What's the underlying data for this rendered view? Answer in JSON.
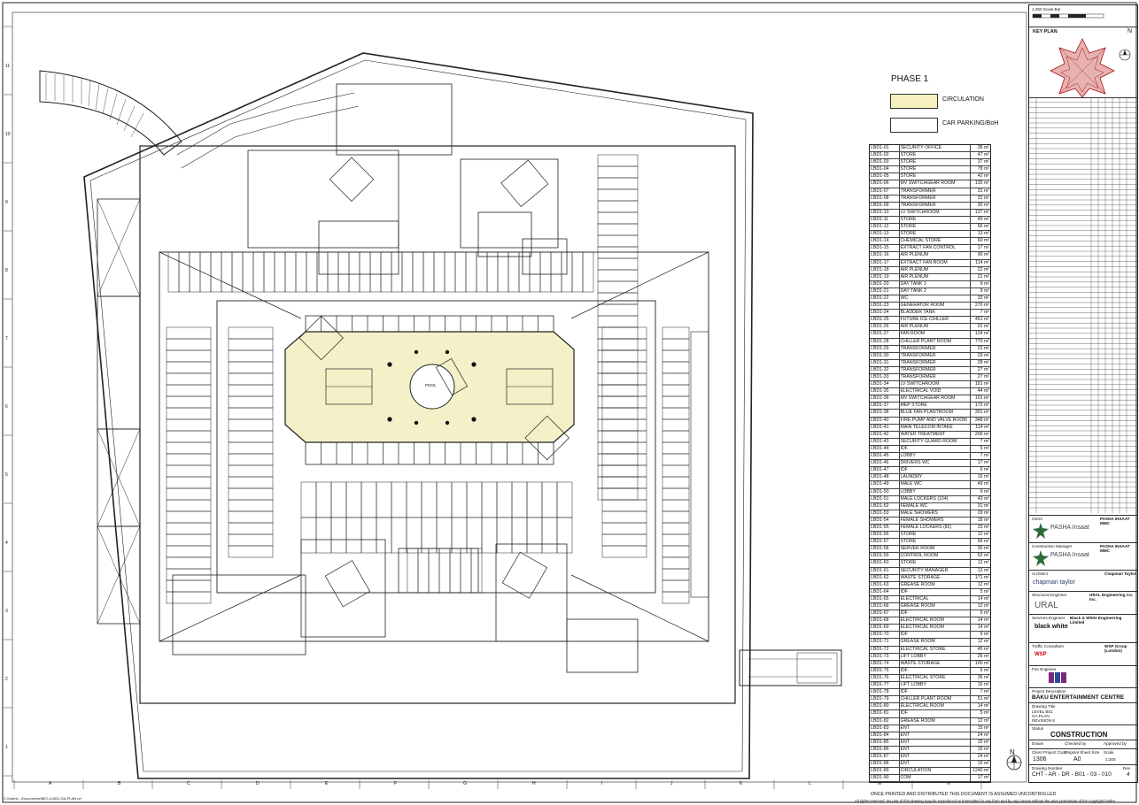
{
  "phase": {
    "title": "PHASE 1"
  },
  "legend": [
    {
      "label": "CIRCULATION",
      "color": "#f5f0bd"
    },
    {
      "label": "CAR PARKING/BoH",
      "color": "#ffffff"
    }
  ],
  "plan": {
    "circulation_color": "#f4f0c8",
    "line_color": "#222222",
    "pool_label": "POOL",
    "north_label": "N"
  },
  "grid_letters": [
    "A",
    "B",
    "C",
    "D",
    "E",
    "F",
    "G",
    "H",
    "I",
    "J",
    "K",
    "L",
    "M",
    "N"
  ],
  "grid_numbers": [
    "11",
    "10",
    "9",
    "8",
    "7",
    "6",
    "5",
    "4",
    "3",
    "2",
    "1"
  ],
  "rooms": [
    [
      "LBD1-01",
      "SECURITY OFFICE",
      "36 m²"
    ],
    [
      "LBD1-02",
      "STORE",
      "47 m²"
    ],
    [
      "LBD1-03",
      "STORE",
      "37 m²"
    ],
    [
      "LBD1-04",
      "STORE",
      "78 m²"
    ],
    [
      "LBD1-05",
      "STORE",
      "42 m²"
    ],
    [
      "LBD1-06",
      "MV SWITCHGEAR ROOM",
      "130 m²"
    ],
    [
      "LBD1-07",
      "TRANSFORMER",
      "31 m²"
    ],
    [
      "LBD1-08",
      "TRANSFORMER",
      "31 m²"
    ],
    [
      "LBD1-09",
      "TRANSFORMER",
      "30 m²"
    ],
    [
      "LBD1-10",
      "LV SWITCHROOM",
      "137 m²"
    ],
    [
      "LBD1-11",
      "STORE",
      "49 m²"
    ],
    [
      "LBD1-12",
      "STORE",
      "66 m²"
    ],
    [
      "LBD1-13",
      "STORE",
      "13 m²"
    ],
    [
      "LBD1-14",
      "CHEMICAL STORE",
      "60 m²"
    ],
    [
      "LBD1-15",
      "EXTRACT FAN CONTROL",
      "17 m²"
    ],
    [
      "LBD1-16",
      "AIR PLENUM",
      "90 m²"
    ],
    [
      "LBD1-17",
      "EXTRACT FAN ROOM",
      "114 m²"
    ],
    [
      "LBD1-18",
      "AIR PLENUM",
      "22 m²"
    ],
    [
      "LBD1-19",
      "AIR PLENUM",
      "21 m²"
    ],
    [
      "LBD1-20",
      "DAY TANK 1",
      "9 m²"
    ],
    [
      "LBD1-21",
      "DAY TANK 2",
      "9 m²"
    ],
    [
      "LBD1-22",
      "WC",
      "33 m²"
    ],
    [
      "LBD1-23",
      "GENERATOR ROOM",
      "270 m²"
    ],
    [
      "LBD1-24",
      "BLADDER TANK",
      "7 m²"
    ],
    [
      "LBD1-25",
      "FUTURE ICE CHILLER",
      "451 m²"
    ],
    [
      "LBD1-26",
      "AIR PLENUM",
      "91 m²"
    ],
    [
      "LBD1-27",
      "FAN ROOM",
      "124 m²"
    ],
    [
      "LBD1-28",
      "CHILLER PLANT ROOM",
      "770 m²"
    ],
    [
      "LBD1-29",
      "TRANSFORMER",
      "22 m²"
    ],
    [
      "LBD1-30",
      "TRANSFORMER",
      "29 m²"
    ],
    [
      "LBD1-31",
      "TRANSFORMER",
      "28 m²"
    ],
    [
      "LBD1-32",
      "TRANSFORMER",
      "27 m²"
    ],
    [
      "LBD1-33",
      "TRANSFORMER",
      "27 m²"
    ],
    [
      "LBD1-34",
      "LV SWITCHROOM",
      "151 m²"
    ],
    [
      "LBD1-35",
      "ELECTRICAL VOID",
      "44 m²"
    ],
    [
      "LBD1-36",
      "MV SWITCHGEAR ROOM",
      "101 m²"
    ],
    [
      "LBD1-37",
      "MEP STORE",
      "172 m²"
    ],
    [
      "LBD1-38",
      "BLUE FAN PLANTROOM",
      "391 m²"
    ],
    [
      "LBD1-40",
      "FIRE PUMP AND VALVE ROOM",
      "348 m²"
    ],
    [
      "LBD1-41",
      "MAIN TELECOM INTAKE",
      "114 m²"
    ],
    [
      "LBD1-42",
      "WATER TREATMENT",
      "206 m²"
    ],
    [
      "LBD1-43",
      "SECURITY GUARD ROOM",
      "7 m²"
    ],
    [
      "LBD1-44",
      "IDF",
      "5 m²"
    ],
    [
      "LBD1-45",
      "LOBBY",
      "7 m²"
    ],
    [
      "LBD1-46",
      "DRIVERS WC",
      "17 m²"
    ],
    [
      "LBD1-47",
      "IDF",
      "6 m²"
    ],
    [
      "LBD1-48",
      "LAUNDRY",
      "15 m²"
    ],
    [
      "LBD1-49",
      "MALE WC",
      "49 m²"
    ],
    [
      "LBD1-50",
      "LOBBY",
      "9 m²"
    ],
    [
      "LBD1-51",
      "MALE LOCKERS (104)",
      "42 m²"
    ],
    [
      "LBD1-52",
      "FEMALE WC",
      "31 m²"
    ],
    [
      "LBD1-53",
      "MALE SHOWERS",
      "29 m²"
    ],
    [
      "LBD1-54",
      "FEMALE SHOWERS",
      "18 m²"
    ],
    [
      "LBD1-55",
      "FEMALE LOCKERS (82)",
      "33 m²"
    ],
    [
      "LBD1-56",
      "STORE",
      "12 m²"
    ],
    [
      "LBD1-57",
      "STORE",
      "99 m²"
    ],
    [
      "LBD1-58",
      "SERVER ROOM",
      "30 m²"
    ],
    [
      "LBD1-59",
      "CONTROL ROOM",
      "52 m²"
    ],
    [
      "LBD1-60",
      "STORE",
      "12 m²"
    ],
    [
      "LBD1-61",
      "SECURITY MANAGER",
      "12 m²"
    ],
    [
      "LBD1-62",
      "WASTE STORAGE",
      "171 m²"
    ],
    [
      "LBD1-63",
      "GREASE ROOM",
      "12 m²"
    ],
    [
      "LBD1-64",
      "IDF",
      "5 m²"
    ],
    [
      "LBD1-65",
      "ELECTRICAL",
      "14 m²"
    ],
    [
      "LBD1-66",
      "GREASE ROOM",
      "12 m²"
    ],
    [
      "LBD1-67",
      "IDF",
      "5 m²"
    ],
    [
      "LBD1-68",
      "ELECTRICAL ROOM",
      "14 m²"
    ],
    [
      "LBD1-69",
      "ELECTRICAL ROOM",
      "14 m²"
    ],
    [
      "LBD1-70",
      "IDF",
      "5 m²"
    ],
    [
      "LBD1-71",
      "GREASE ROOM",
      "12 m²"
    ],
    [
      "LBD1-72",
      "ELECTRICAL STORE",
      "45 m²"
    ],
    [
      "LBD1-73",
      "LIFT LOBBY",
      "26 m²"
    ],
    [
      "LBD1-74",
      "WASTE STORAGE",
      "100 m²"
    ],
    [
      "LBD1-75",
      "IDF",
      "6 m²"
    ],
    [
      "LBD1-76",
      "ELECTRICAL STORE",
      "36 m²"
    ],
    [
      "LBD1-77",
      "LIFT LOBBY",
      "16 m²"
    ],
    [
      "LBD1-78",
      "IDF",
      "7 m²"
    ],
    [
      "LBD1-79",
      "CHILLER PLANT ROOM",
      "51 m²"
    ],
    [
      "LBD1-80",
      "ELECTRICAL ROOM",
      "14 m²"
    ],
    [
      "LBD1-81",
      "IDF",
      "5 m²"
    ],
    [
      "LBD1-82",
      "GREASE ROOM",
      "12 m²"
    ],
    [
      "LBD1-83",
      "ENT",
      "15 m²"
    ],
    [
      "LBD1-84",
      "ENT",
      "24 m²"
    ],
    [
      "LBD1-85",
      "ENT",
      "15 m²"
    ],
    [
      "LBD1-86",
      "ENT",
      "15 m²"
    ],
    [
      "LBD1-87",
      "ENT",
      "24 m²"
    ],
    [
      "LBD1-88",
      "ENT",
      "15 m²"
    ],
    [
      "LBD1-89",
      "CIRCULATION",
      "1240 m²"
    ],
    [
      "LBD1-90",
      "COM",
      "17 m²"
    ]
  ],
  "title_block": {
    "key_plan": "KEY PLAN",
    "north": "N",
    "client_name": "PASHA Insaat",
    "client_full": "PASHA INSAAT MMC",
    "cm_name": "PASHA Insaat",
    "cm_full": "PASHA INSAAT MMC",
    "architect": "Chapman Taylor",
    "architect_logo": "chapman taylor",
    "structural_firm": "URAL Engineering Co. Inc.",
    "structural_logo": "URAL",
    "services_firm": "Black & White Engineering Limited",
    "services_logo": "black white",
    "traffic_firm": "WSP Group (London)",
    "traffic_logo": "WSP",
    "project_description_label": "Project Description",
    "project": "BAKU ENTERTAINMENT CENTRE",
    "drawing_title_label": "Drawing Title",
    "drawing_title": [
      "LEVEL B01",
      "GA PLAN",
      "REVISION 8"
    ],
    "status_label": "Status",
    "status": "CONSTRUCTION",
    "project_code_label": "Client Project Code",
    "project_code": "1306",
    "sheet_size_label": "Original Sheet Size",
    "sheet_size": "A0",
    "scale_label": "Scale",
    "scale": "1:200",
    "drawing_number_label": "Drawing Number",
    "drawing_number": "CHT - AR - DR - B01 - 03 - 010",
    "revision_label": "Rev",
    "revision": "4",
    "scale_bar_label": "1:250 Scale Bar"
  },
  "footer": {
    "warning": "ONCE PRINTED AND DISTRIBUTED THIS DOCUMENT IS ASSUMED UNCONTROLLED",
    "rights": "All rights reserved. No part of this drawing may be reproduced or transmitted in any form and by any means without the prior permission of the copyright holder",
    "path": "C:\\Users\\...\\Documents\\BEC-A-B01-GA-PLAN.rvt"
  }
}
